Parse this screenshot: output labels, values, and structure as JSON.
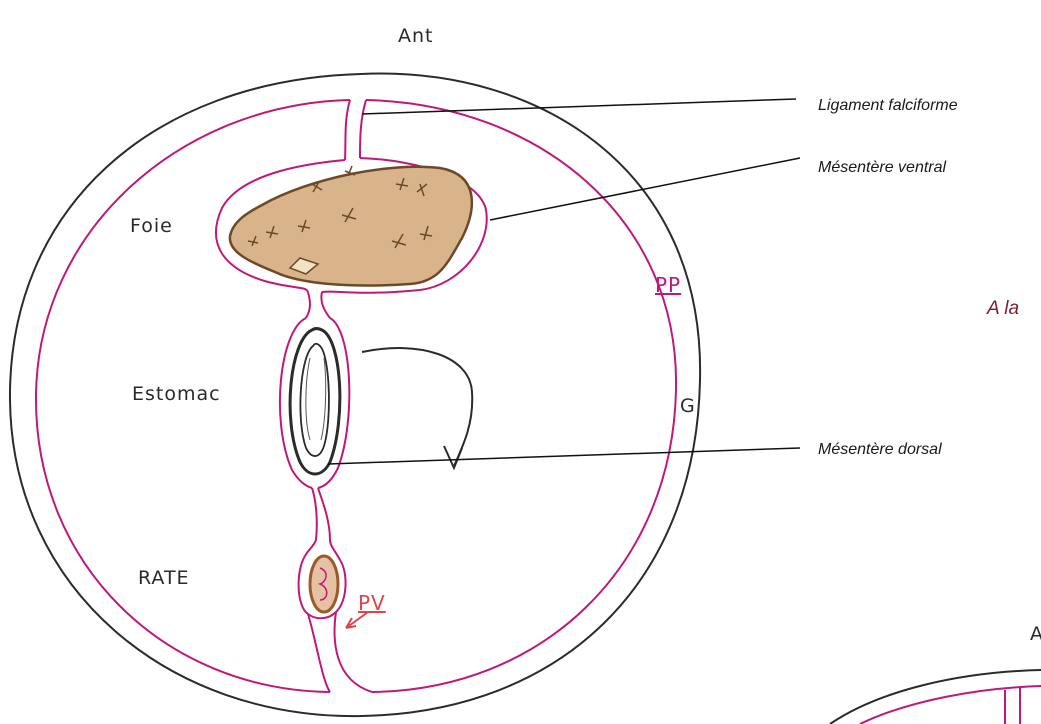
{
  "diagram": {
    "orientation_top": "Ant",
    "organs": {
      "liver": "Foie",
      "stomach": "Estomac",
      "spleen": "RATE"
    },
    "side_left": "G",
    "cavity_labels": {
      "parietal": "PP",
      "visceral": "PV"
    },
    "callouts": {
      "falciform": "Ligament falciforme",
      "ventral": "Mésentère ventral",
      "dorsal": "Mésentère dorsal"
    },
    "cut_heading": "A la",
    "cut_letter": "A"
  },
  "colors": {
    "outline": "#2b2b2b",
    "peritoneum": "#c0187a",
    "liver_fill": "#d9b48a",
    "liver_outline": "#6b4a2a",
    "spleen": "#9a5a2c",
    "cut_heading": "#7a1f2e"
  }
}
